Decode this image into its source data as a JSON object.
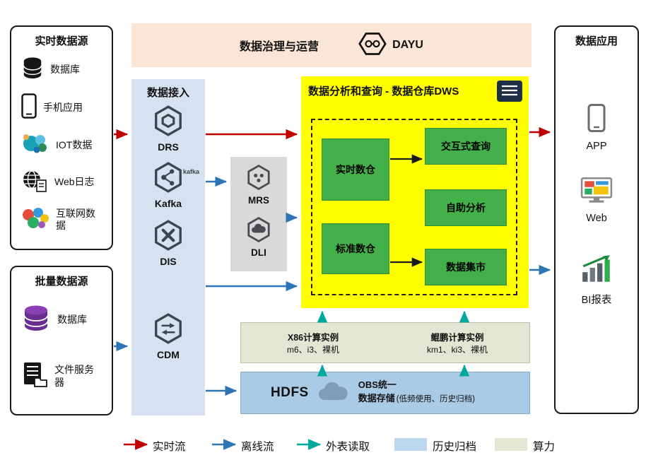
{
  "banner": {
    "title": "数据治理与运营",
    "dayu_label": "DAYU"
  },
  "realtime_sources": {
    "title": "实时数据源",
    "items": [
      {
        "label": "数据库",
        "icon": "database-icon"
      },
      {
        "label": "手机应用",
        "icon": "phone-icon"
      },
      {
        "label": "IOT数据",
        "icon": "iot-icon"
      },
      {
        "label": "Web日志",
        "icon": "weblog-globe-icon"
      },
      {
        "label": "互联网数据",
        "icon": "internet-data-icon"
      }
    ]
  },
  "batch_sources": {
    "title": "批量数据源",
    "items": [
      {
        "label": "数据库",
        "icon": "database-stack-icon"
      },
      {
        "label": "文件服务器",
        "icon": "file-server-icon"
      }
    ]
  },
  "ingestion": {
    "title": "数据接入",
    "services": [
      {
        "label": "DRS",
        "icon": "drs-hexagon-icon"
      },
      {
        "label": "Kafka",
        "icon": "kafka-hexagon-icon",
        "logo_text": "kafka"
      },
      {
        "label": "DIS",
        "icon": "dis-hexagon-icon"
      },
      {
        "label": "CDM",
        "icon": "cdm-hexagon-icon"
      }
    ]
  },
  "middleware": {
    "services": [
      {
        "label": "MRS",
        "icon": "mrs-hexagon-icon"
      },
      {
        "label": "DLI",
        "icon": "dli-hexagon-icon"
      }
    ]
  },
  "dws": {
    "title": "数据分析和查询 - 数据仓库DWS",
    "warehouses": [
      "实时数仓",
      "标准数仓"
    ],
    "functions": [
      "交互式查询",
      "自助分析",
      "数据集市"
    ]
  },
  "compute": {
    "x86": {
      "title": "X86计算实例",
      "spec": "m6、i3、裸机"
    },
    "kunpeng": {
      "title": "鲲鹏计算实例",
      "spec": "km1、ki3、裸机"
    }
  },
  "storage": {
    "hdfs_label": "HDFS",
    "obs_line1": "OBS统一",
    "obs_line2": "数据存储",
    "obs_note": "(低频使用、历史归档)"
  },
  "applications": {
    "title": "数据应用",
    "items": [
      {
        "label": "APP",
        "icon": "smartphone-icon"
      },
      {
        "label": "Web",
        "icon": "web-monitor-icon"
      },
      {
        "label": "BI报表",
        "icon": "bi-chart-icon"
      }
    ]
  },
  "legend": {
    "realtime_flow": "实时流",
    "offline_flow": "离线流",
    "external_read": "外表读取",
    "history_archive": "历史归档",
    "compute_power": "算力"
  },
  "colors": {
    "realtime_flow": "#c00000",
    "offline_flow": "#2e75b6",
    "external_read": "#00a89d",
    "history_archive_swatch": "#bdd7ee",
    "compute_swatch": "#e1e7d2",
    "dws_background": "#ffff00",
    "green_node": "#43b049",
    "banner_background": "#fbe5d6",
    "ingestion_background": "#d6e2f0",
    "middleware_background": "#d9d9d9",
    "storage_background": "#a9cbe6"
  }
}
